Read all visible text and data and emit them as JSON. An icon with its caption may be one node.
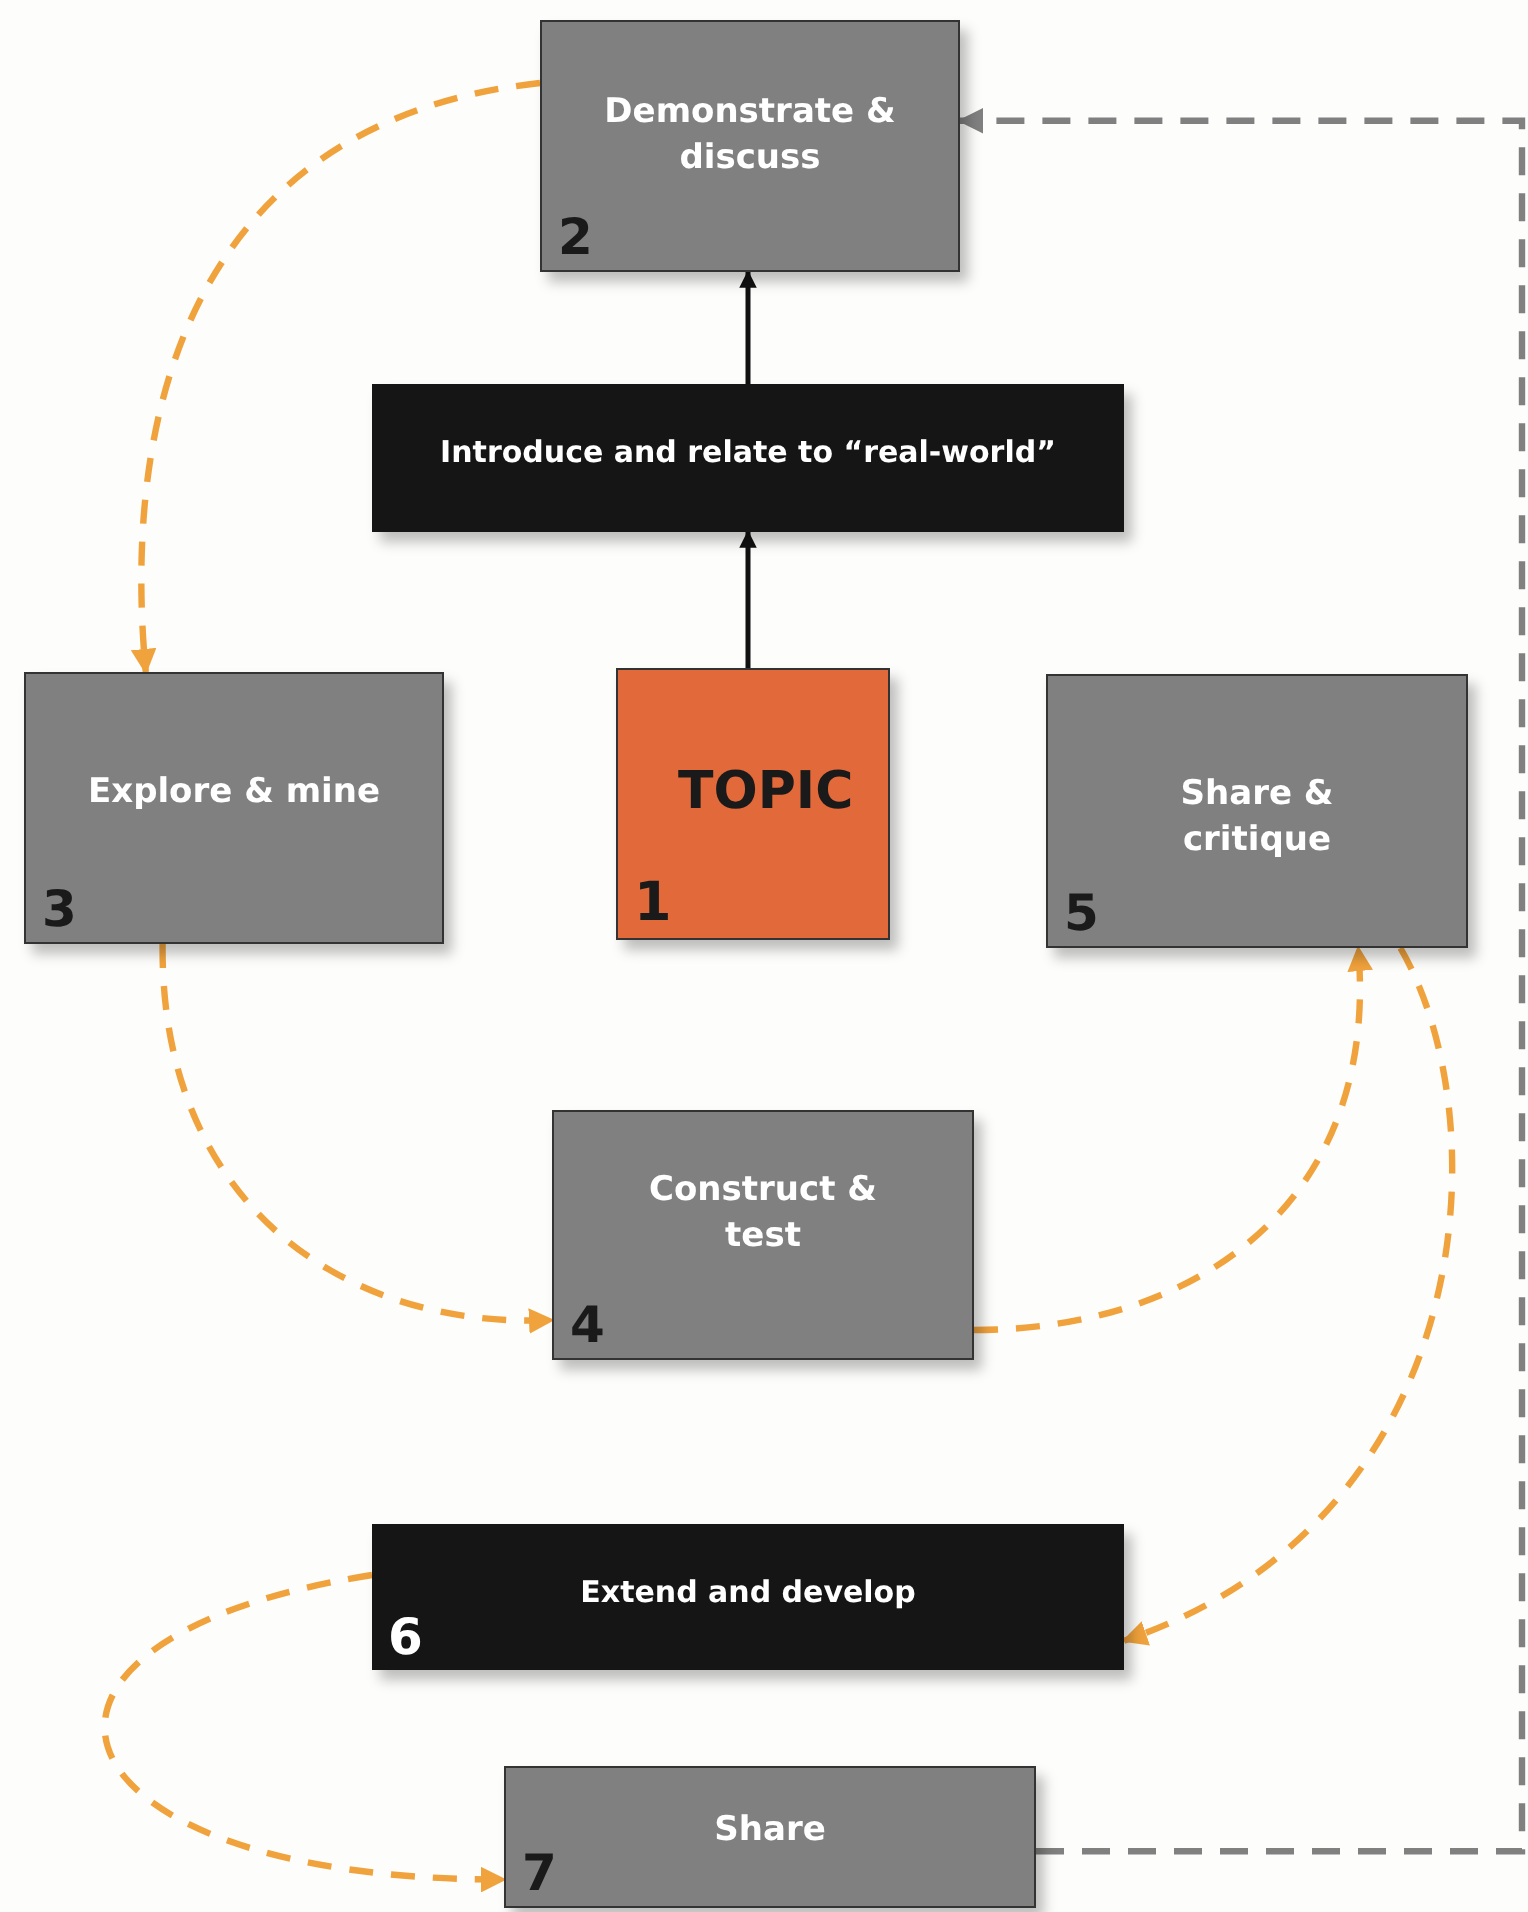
{
  "diagram": {
    "nodes": [
      {
        "text": [
          "Demonstrate & discuss",
          "2"
        ]
      },
      {
        "text": [
          "Introduce and relate to “real-world”"
        ]
      },
      {
        "text": [
          "TOPIC",
          "1"
        ]
      },
      {
        "text": [
          "Explore & mine",
          "3"
        ]
      },
      {
        "text": [
          "Share & critique",
          "5"
        ]
      },
      {
        "text": [
          "Construct & test",
          "4"
        ]
      },
      {
        "text": [
          "Extend and develop",
          "6"
        ]
      },
      {
        "text": [
          "Share",
          "7"
        ]
      }
    ],
    "edges": [
      {
        "from": 2,
        "to": 1,
        "arrow": "to",
        "color": "#111111"
      },
      {
        "from": 1,
        "to": 0,
        "arrow": "to",
        "color": "#111111"
      },
      {
        "from": 0,
        "to": 3,
        "arrow": "to",
        "style": "dashed"
      },
      {
        "from": 3,
        "to": 5,
        "arrow": "to",
        "style": "dashed"
      },
      {
        "from": 5,
        "to": 4,
        "arrow": "to",
        "style": "dashed"
      },
      {
        "from": 4,
        "to": 6,
        "arrow": "to",
        "style": "dashed"
      },
      {
        "from": 6,
        "to": 7,
        "arrow": "to",
        "style": "dashed"
      },
      {
        "from": 7,
        "to": 0,
        "arrow": "to",
        "style": "dashed",
        "color": "#808080"
      }
    ]
  }
}
